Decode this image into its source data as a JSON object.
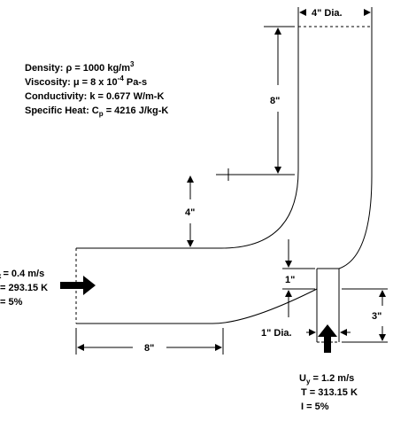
{
  "properties": {
    "density": "Density: ρ = 1000 kg/m",
    "density_sup": "3",
    "viscosity": "Viscosity: μ = 8 x 10",
    "viscosity_sup": "-4",
    "viscosity_unit": " Pa-s",
    "conductivity": "Conductivity: k = 0.677 W/m-K",
    "specific_heat": "Specific Heat: C",
    "specific_heat_sub": "p",
    "specific_heat_val": " = 4216 J/kg-K"
  },
  "dimensions": {
    "top_dia": "4\" Dia.",
    "vertical_len": "8\"",
    "bend_offset": "4\"",
    "horizontal_len": "8\"",
    "branch_gap": "1\"",
    "branch_len": "3\"",
    "branch_dia": "1\" Dia."
  },
  "main_inlet": {
    "velocity": "= 0.4 m/s",
    "velocity_sub": "x",
    "temperature": "= 293.15 K",
    "intensity": "= 5%"
  },
  "branch_inlet": {
    "velocity_sym": "U",
    "velocity_sub": "y",
    "velocity_val": " = 1.2 m/s",
    "temperature": "T = 313.15 K",
    "intensity": "I = 5%"
  },
  "colors": {
    "line": "#000000",
    "background": "#ffffff"
  }
}
